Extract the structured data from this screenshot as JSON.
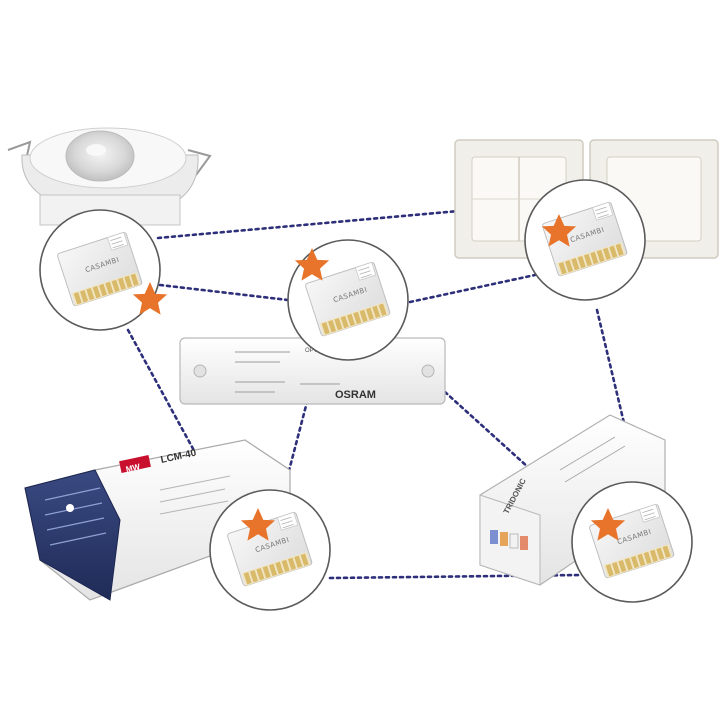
{
  "diagram": {
    "module_label": "CASAMBI",
    "devices": [
      {
        "id": "sensor",
        "kind": "ceiling-motion-sensor"
      },
      {
        "id": "switches",
        "kind": "wall-switches"
      },
      {
        "id": "osram",
        "kind": "led-driver",
        "brand": "OSRAM",
        "model": "OPTOTRONIC"
      },
      {
        "id": "meanwell",
        "kind": "led-driver",
        "brand": "MW",
        "model": "LCM-40"
      },
      {
        "id": "tridonic",
        "kind": "led-driver",
        "brand": "TRIDONIC"
      }
    ],
    "nodes": [
      {
        "id": "n-sensor",
        "attached_to": "sensor",
        "has_star": true
      },
      {
        "id": "n-center",
        "attached_to": "osram",
        "has_star": true
      },
      {
        "id": "n-switch",
        "attached_to": "switches",
        "has_star": true
      },
      {
        "id": "n-meanwell",
        "attached_to": "meanwell",
        "has_star": true
      },
      {
        "id": "n-tridonic",
        "attached_to": "tridonic",
        "has_star": true
      }
    ],
    "links": [
      [
        "n-sensor",
        "n-center"
      ],
      [
        "n-sensor",
        "n-switch"
      ],
      [
        "n-sensor",
        "n-meanwell"
      ],
      [
        "n-center",
        "n-switch"
      ],
      [
        "n-center",
        "n-meanwell"
      ],
      [
        "n-center",
        "n-tridonic"
      ],
      [
        "n-switch",
        "n-tridonic"
      ],
      [
        "n-meanwell",
        "n-tridonic"
      ]
    ],
    "colors": {
      "link": "#2d2f7a",
      "star": "#e8732a",
      "node_ring": "#555555",
      "chip_pins": "#d9b96a"
    }
  }
}
